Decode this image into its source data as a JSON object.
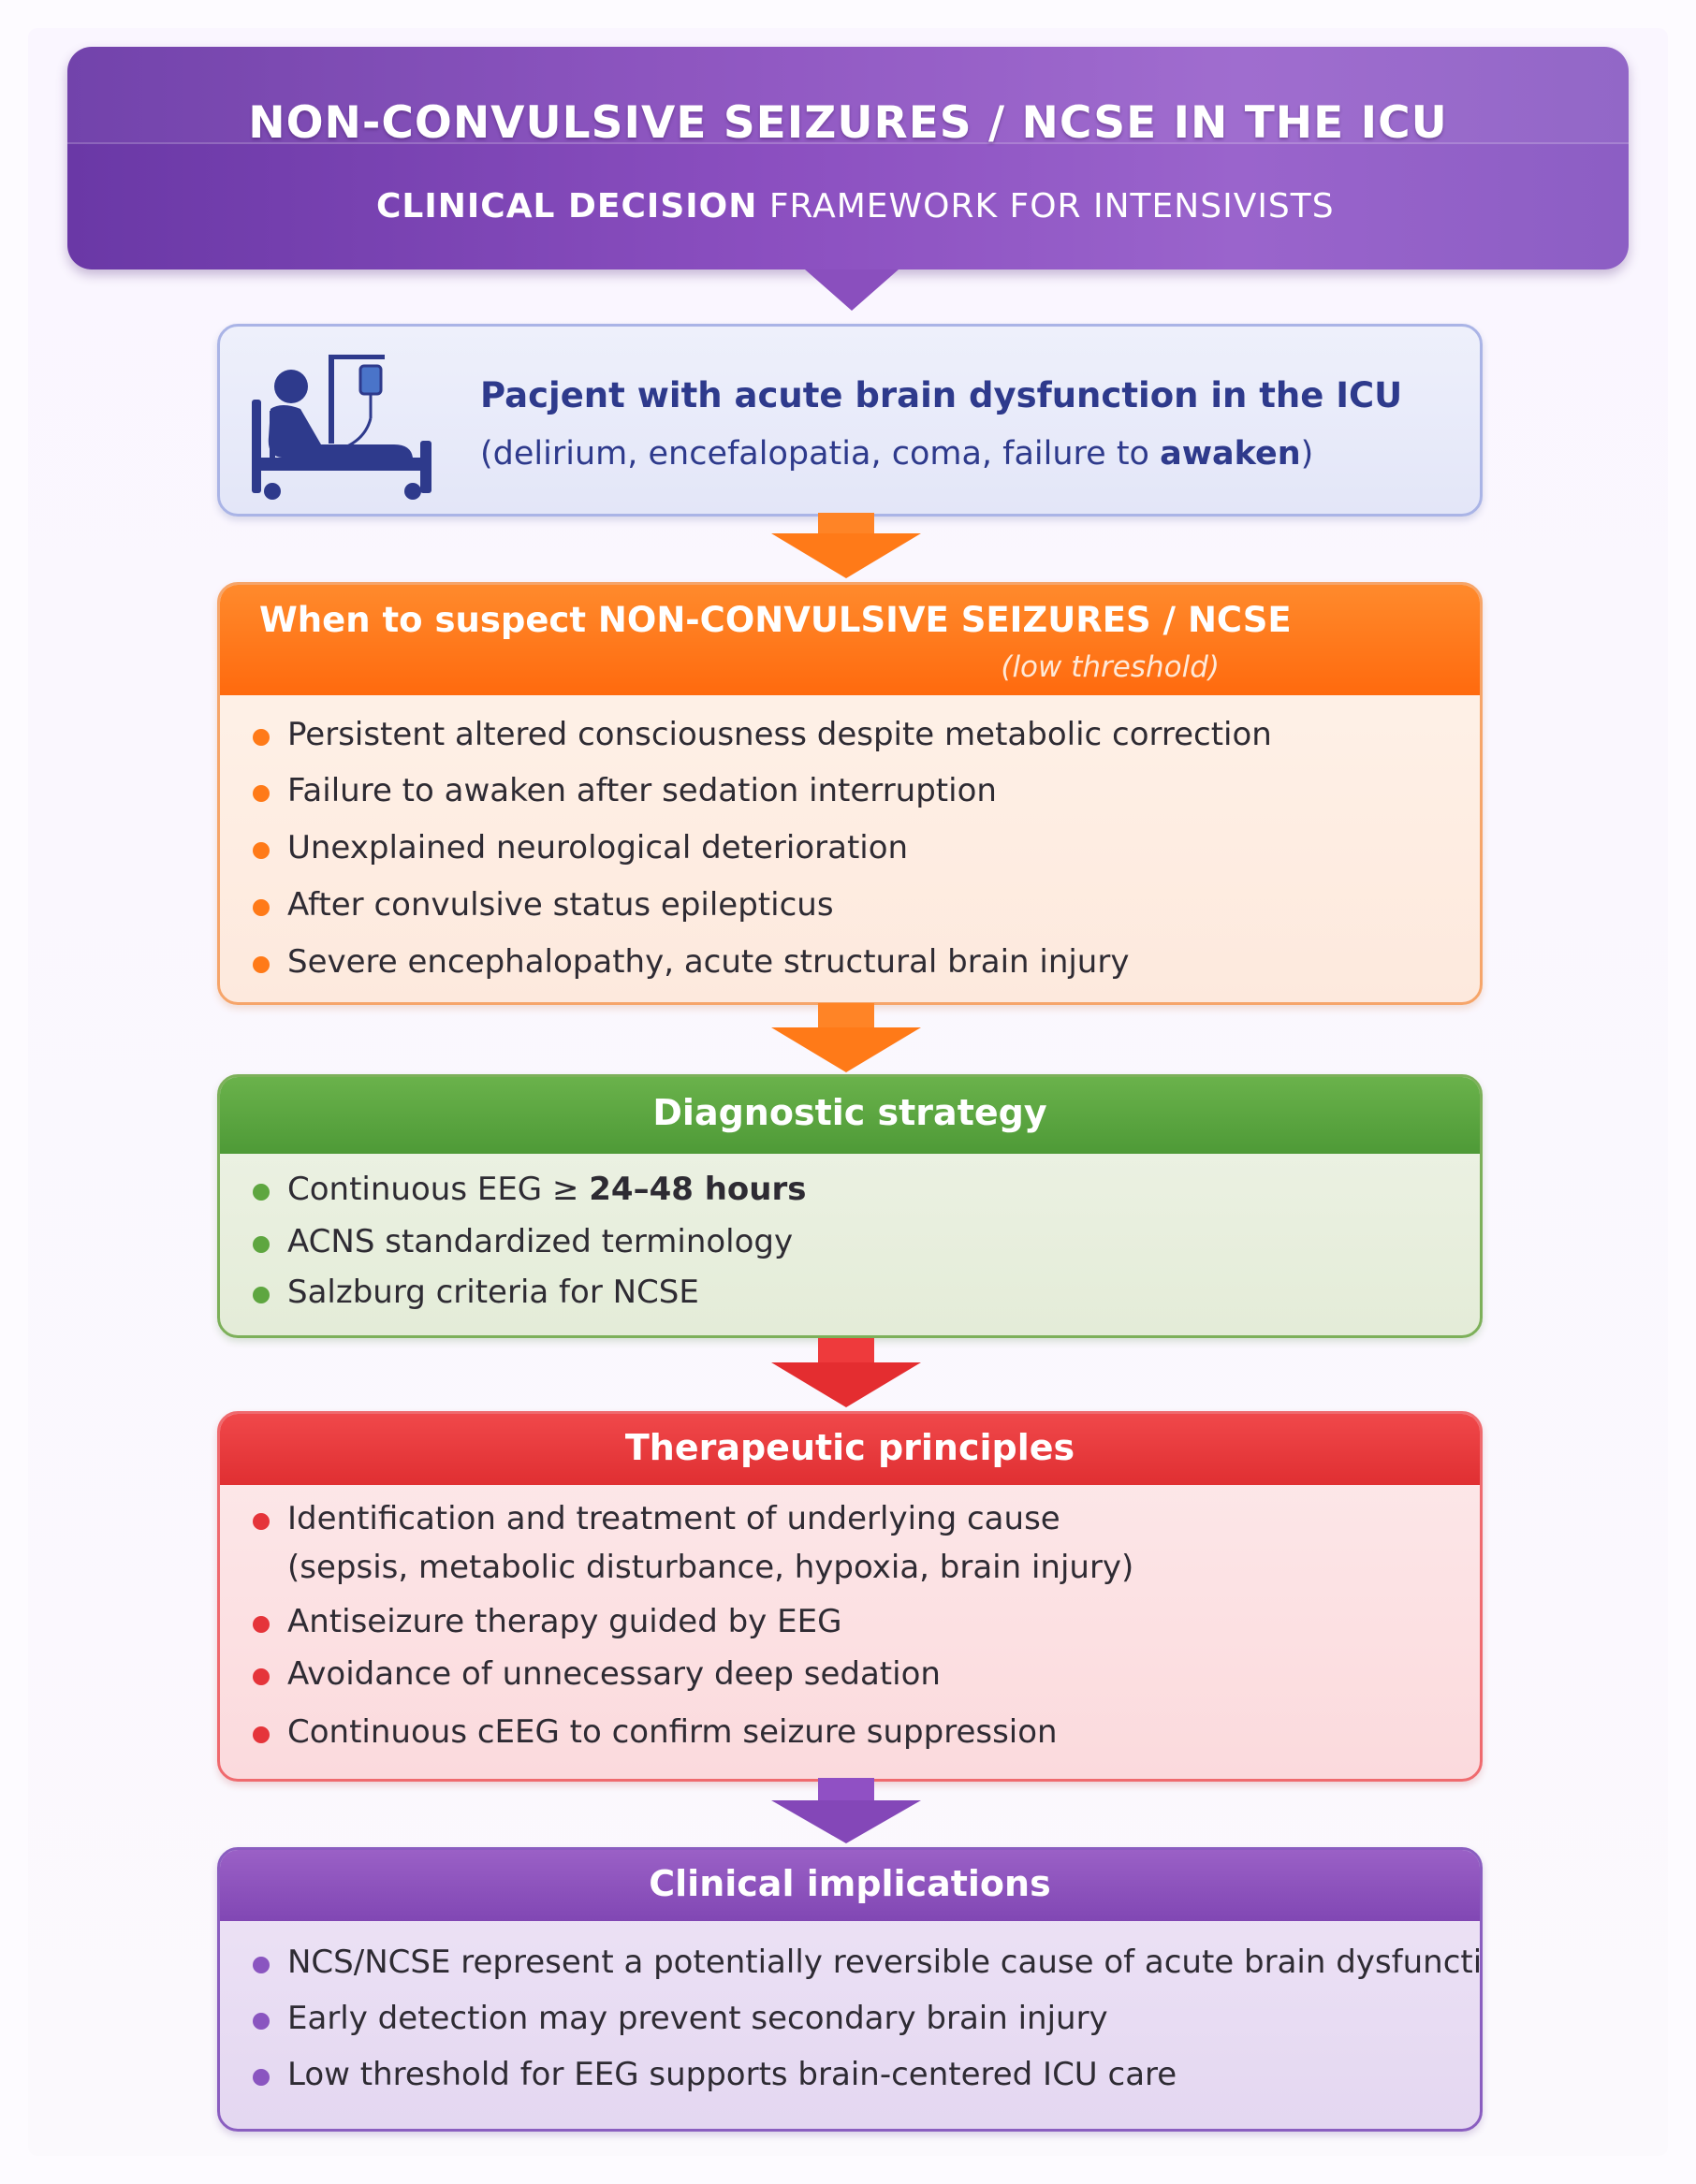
{
  "header": {
    "title": "NON-CONVULSIVE SEIZURES / NCSE IN THE ICU",
    "subtitle_bold": "CLINICAL DECISION",
    "subtitle_rest": " FRAMEWORK FOR INTENSIVISTS"
  },
  "patient": {
    "title": "Pacjent with acute brain dysfunction in the ICU",
    "sub_pre": "(delirium, encefalopatia, coma, failure to ",
    "sub_bold": "awaken",
    "sub_post": ")",
    "icon": "patient-bed-icon"
  },
  "suspect": {
    "title": "When to suspect NON-CONVULSIVE SEIZURES / NCSE",
    "note": "(low threshold)",
    "items": [
      "Persistent altered consciousness despite metabolic correction",
      "Failure to awaken after sedation interruption",
      "Unexplained neurological deterioration",
      "After convulsive status epilepticus",
      "Severe encephalopathy, acute structural brain injury"
    ]
  },
  "diagnostic": {
    "title": "Diagnostic strategy",
    "item1_pre": "Continuous EEG ≥ ",
    "item1_bold": "24–48 hours",
    "item2": "ACNS standardized terminology",
    "item3": "Salzburg criteria for NCSE"
  },
  "therapeutic": {
    "title": "Therapeutic principles",
    "items": [
      "Identification and treatment of underlying cause",
      "(sepsis, metabolic disturbance, hypoxia, brain injury)",
      "Antiseizure therapy guided by EEG",
      "Avoidance of unnecessary deep sedation",
      "Continuous cEEG to confirm seizure suppression"
    ]
  },
  "clinical": {
    "title": "Clinical implications",
    "items": [
      "NCS/NCSE represent a potentially reversible cause of acute brain dysfunction",
      "Early detection may prevent secondary brain injury",
      "Low threshold for EEG supports brain-centered ICU care"
    ]
  },
  "colors": {
    "header": "#7b46b4",
    "patient": "#2e3a8c",
    "suspect": "#ff6a0e",
    "diagnostic": "#4e9a37",
    "therapeutic": "#e02f32",
    "clinical": "#8147b4"
  }
}
